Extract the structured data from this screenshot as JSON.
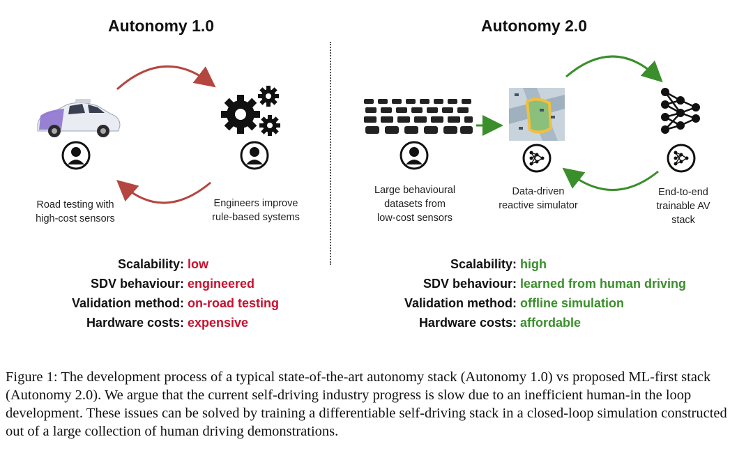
{
  "left": {
    "title": "Autonomy 1.0",
    "label_left": [
      "Road testing with",
      "high-cost sensors"
    ],
    "label_right": [
      "Engineers improve",
      "rule-based systems"
    ],
    "metrics": [
      {
        "key": "Scalability:",
        "value": "low"
      },
      {
        "key": "SDV behaviour:",
        "value": "engineered"
      },
      {
        "key": "Validation method:",
        "value": "on-road testing"
      },
      {
        "key": "Hardware costs:",
        "value": "expensive"
      }
    ]
  },
  "right": {
    "title": "Autonomy 2.0",
    "label_datasets": [
      "Large behavioural",
      "datasets from",
      "low-cost sensors"
    ],
    "label_sim": [
      "Data-driven",
      "reactive simulator"
    ],
    "label_stack": [
      "End-to-end",
      "trainable AV",
      "stack"
    ],
    "metrics": [
      {
        "key": "Scalability:",
        "value": "high"
      },
      {
        "key": "SDV behaviour:",
        "value": "learned from human driving"
      },
      {
        "key": "Validation method:",
        "value": "offline simulation"
      },
      {
        "key": "Hardware costs:",
        "value": "affordable"
      }
    ]
  },
  "caption": "Figure 1: The development process of a typical state-of-the-art autonomy stack (Autonomy 1.0) vs proposed ML-first stack (Autonomy 2.0). We argue that the current self-driving industry progress is slow due to an inefficient human-in the loop development. These issues can be solved by training a differentiable self-driving stack in a closed-loop simulation constructed out of a large collection of human driving demonstrations.",
  "colors": {
    "red": "#c8102e",
    "green": "#3a8f2b",
    "arrow_red": "#b5453f"
  },
  "icons": [
    "car-icon",
    "gears-icon",
    "person-icon",
    "neural-network-icon",
    "simulator-icon"
  ]
}
